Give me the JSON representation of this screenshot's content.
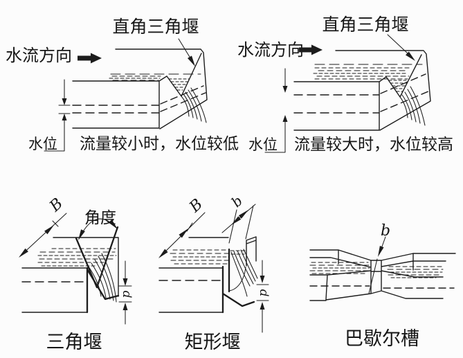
{
  "figure": {
    "background_color": "#fcfcfc",
    "ink_color": "#1c1c1c"
  },
  "panels": {
    "top_left": {
      "weir_label": "直角三角堰",
      "flow_label": "水流方向",
      "level_label": "水位",
      "caption": "流量较小时，水位较低"
    },
    "top_right": {
      "weir_label": "直角三角堰",
      "flow_label": "水流方向",
      "level_label": "水位",
      "caption": "流量较大时，水位较高"
    },
    "triangular": {
      "width_label": "B",
      "angle_label": "角度",
      "height_label": "p",
      "caption": "三角堰"
    },
    "rectangular": {
      "width_label": "B",
      "notch_label": "b",
      "height_label": "p",
      "caption": "矩形堰"
    },
    "parshall": {
      "throat_label": "b",
      "caption": "巴歇尔槽"
    }
  }
}
